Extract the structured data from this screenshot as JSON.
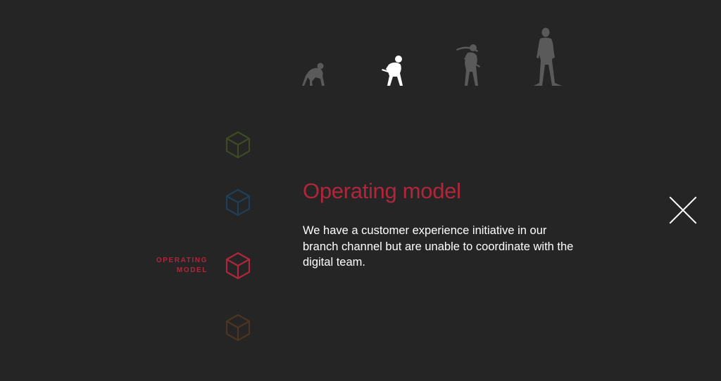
{
  "colors": {
    "background": "#252525",
    "figure_inactive": "#5a5a5a",
    "figure_active": "#ffffff",
    "accent_red": "#b0263a",
    "cube_olive": "#3d4a22",
    "cube_blue": "#1f3f58",
    "cube_red": "#b0263a",
    "cube_brown": "#4d3520",
    "text_white": "#ffffff"
  },
  "evolution": {
    "stages": [
      {
        "icon": "ape-crouching-icon",
        "active": false
      },
      {
        "icon": "early-hominid-tool-icon",
        "active": true
      },
      {
        "icon": "hunter-hominid-icon",
        "active": false
      },
      {
        "icon": "modern-human-icon",
        "active": false
      }
    ]
  },
  "nav": {
    "cubes": [
      {
        "icon": "cube-icon",
        "label": "",
        "color": "#3d4a22",
        "active": false
      },
      {
        "icon": "cube-icon",
        "label": "",
        "color": "#1f3f58",
        "active": false
      },
      {
        "icon": "cube-icon",
        "label_line1": "OPERATING",
        "label_line2": "MODEL",
        "color": "#b0263a",
        "active": true
      },
      {
        "icon": "cube-icon",
        "label": "",
        "color": "#4d3520",
        "active": false
      }
    ]
  },
  "content": {
    "title": "Operating model",
    "description": "We have a customer experience initiative in our branch channel but are unable to coordinate with the digital team."
  },
  "close": {
    "icon": "close-icon"
  }
}
